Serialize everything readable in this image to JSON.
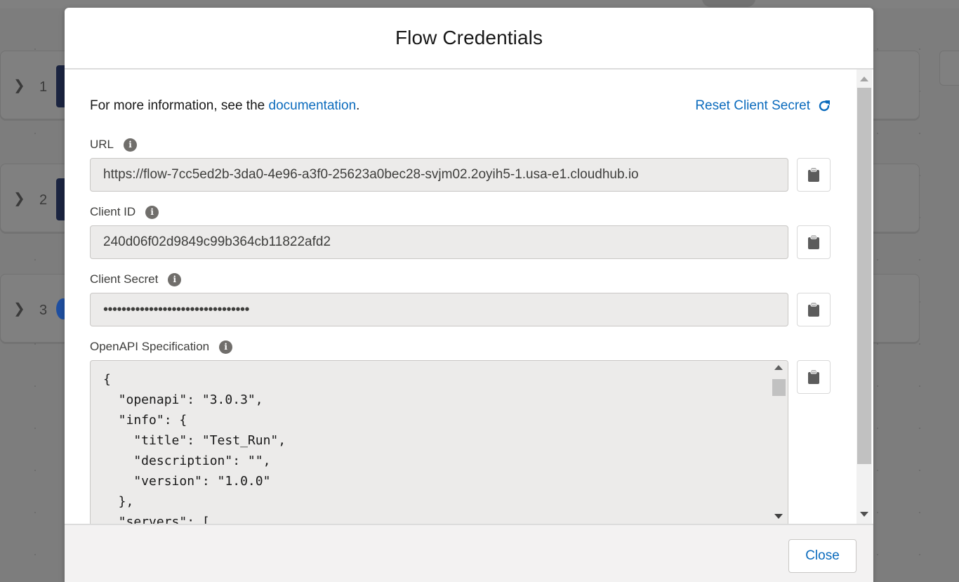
{
  "background": {
    "cards": [
      {
        "index": "1"
      },
      {
        "index": "2"
      },
      {
        "index": "3"
      }
    ]
  },
  "modal": {
    "title": "Flow Credentials",
    "info_prefix": "For more information, see the ",
    "info_link": "documentation",
    "info_suffix": ".",
    "reset_label": "Reset Client Secret",
    "fields": {
      "url": {
        "label": "URL",
        "value": "https://flow-7cc5ed2b-3da0-4e96-a3f0-25623a0bec28-svjm02.2oyih5-1.usa-e1.cloudhub.io"
      },
      "client_id": {
        "label": "Client ID",
        "value": "240d06f02d9849c99b364cb11822afd2"
      },
      "client_secret": {
        "label": "Client Secret",
        "value": "••••••••••••••••••••••••••••••••"
      },
      "openapi": {
        "label": "OpenAPI Specification",
        "value": "{\n  \"openapi\": \"3.0.3\",\n  \"info\": {\n    \"title\": \"Test_Run\",\n    \"description\": \"\",\n    \"version\": \"1.0.0\"\n  },\n  \"servers\": ["
      }
    },
    "close_label": "Close"
  },
  "colors": {
    "link": "#0b6bbd",
    "input_bg": "#ecebea",
    "overlay": "#7d7d7d"
  },
  "icons": {
    "copy": "clipboard-icon",
    "info": "info-icon",
    "reset": "refresh-icon"
  }
}
